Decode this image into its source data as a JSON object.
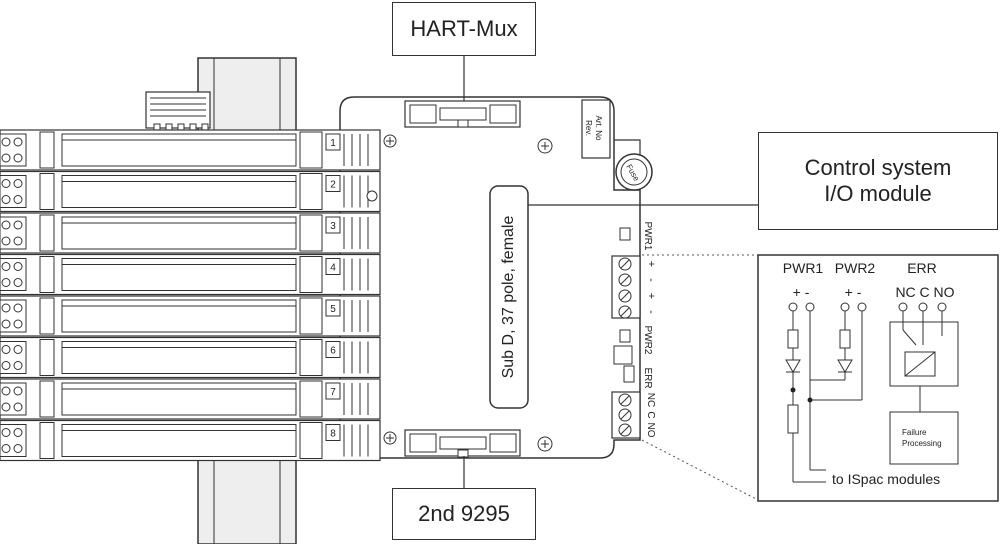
{
  "callouts": {
    "hart_mux": "HART-Mux",
    "second_unit": "2nd 9295",
    "control_system_line1": "Control system",
    "control_system_line2": "I/O module"
  },
  "connector": {
    "label": "Sub D, 37 pole, female"
  },
  "board": {
    "art_no": "Art. No",
    "rev": "Rev.",
    "fuse": "Fuse",
    "pwr1": "PWR1",
    "pwr2": "PWR2",
    "err": "ERR",
    "terminal_signs": [
      "+",
      "-",
      "+",
      "-"
    ],
    "err_terminals": [
      "NC",
      "C",
      "NO"
    ]
  },
  "modules": {
    "slot_numbers": [
      "1",
      "2",
      "3",
      "4",
      "5",
      "6",
      "7",
      "8"
    ]
  },
  "schematic": {
    "pwr1": "PWR1",
    "pwr2": "PWR2",
    "err": "ERR",
    "pwr1_polarity": "+ -",
    "pwr2_polarity": "+ -",
    "err_contacts": "NC C NO",
    "failure_line1": "Failure",
    "failure_line2": "Processing",
    "to_modules": "to ISpac modules"
  }
}
